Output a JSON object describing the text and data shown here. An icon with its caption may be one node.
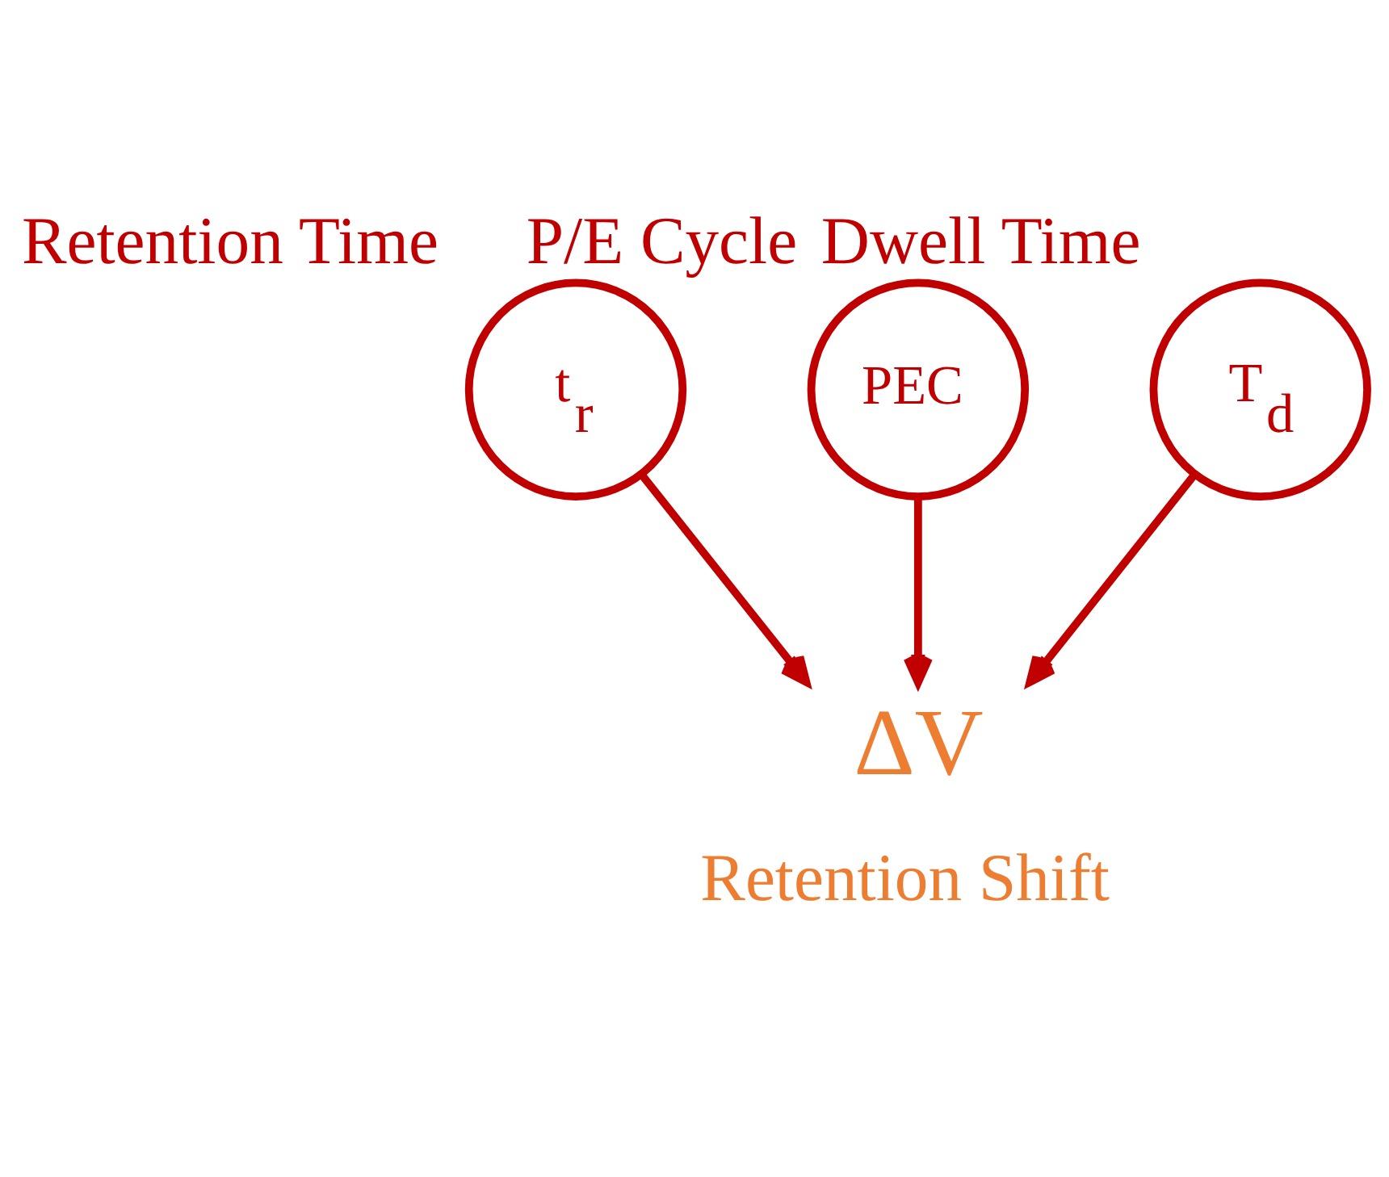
{
  "diagram": {
    "nodes": [
      {
        "text": [
          "Retention Time",
          "t$_{r}$"
        ]
      },
      {
        "text": [
          "P/E Cycle",
          "PEC"
        ]
      },
      {
        "text": [
          "Dwell Time",
          "T$_{d}$"
        ]
      },
      {
        "text": [
          "ΔV"
        ],
        "beside": [
          "Retention Shift"
        ]
      }
    ],
    "edges": [
      {
        "from": 0,
        "to": 3,
        "arrow": "to"
      },
      {
        "from": 1,
        "to": 3,
        "arrow": "to"
      },
      {
        "from": 2,
        "to": 3,
        "arrow": "to"
      }
    ]
  }
}
